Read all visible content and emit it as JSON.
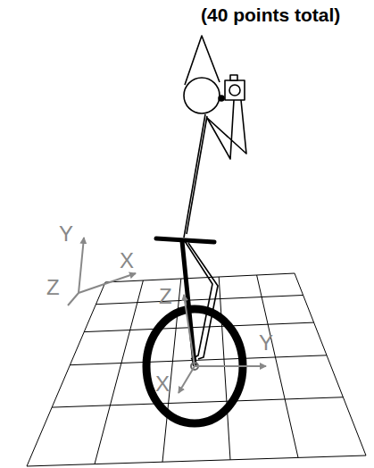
{
  "diagram": {
    "title": "(40 points total)",
    "labels": [
      "Y",
      "X",
      "Z",
      "Z",
      "Y",
      "X"
    ]
  }
}
